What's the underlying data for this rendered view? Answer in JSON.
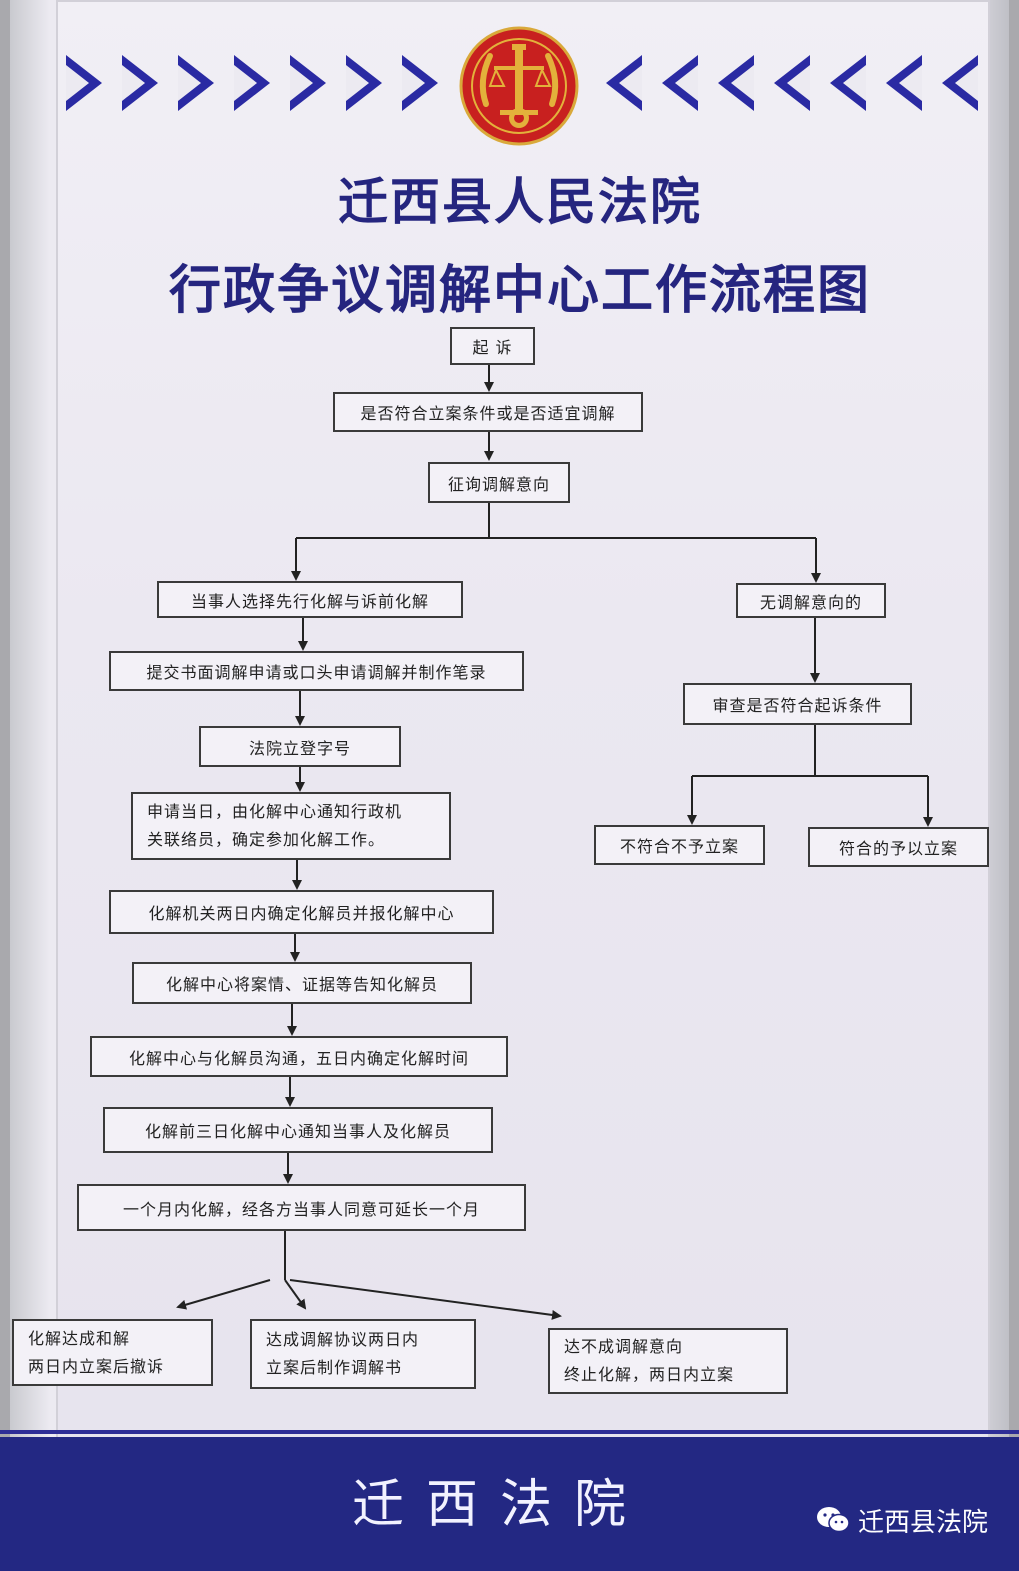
{
  "title": {
    "line1": "迁西县人民法院",
    "line2": "行政争议调解中心工作流程图"
  },
  "colors": {
    "brand": "#25257f",
    "emblem_red": "#c8201f",
    "emblem_gold": "#e3b13b",
    "footer": "#232883"
  },
  "flow": {
    "n1": "起  诉",
    "n2": "是否符合立案条件或是否适宜调解",
    "n3": "征询调解意向",
    "l1": "当事人选择先行化解与诉前化解",
    "l2": "提交书面调解申请或口头申请调解并制作笔录",
    "l3": "法院立登字号",
    "l4": "申请当日，由化解中心通知行政机\n关联络员，确定参加化解工作。",
    "l5": "化解机关两日内确定化解员并报化解中心",
    "l6": "化解中心将案情、证据等告知化解员",
    "l7": "化解中心与化解员沟通，五日内确定化解时间",
    "l8": "化解前三日化解中心通知当事人及化解员",
    "l9": "一个月内化解，经各方当事人同意可延长一个月",
    "o1": "化解达成和解\n两日内立案后撤诉",
    "o2": "达成调解协议两日内\n立案后制作调解书",
    "o3": "达不成调解意向\n终止化解，两日内立案",
    "r1": "无调解意向的",
    "r2": "审查是否符合起诉条件",
    "r3": "不符合不予立案",
    "r4": "符合的予以立案"
  },
  "footer": {
    "text": "迁西法院",
    "watermark": "迁西县法院"
  }
}
